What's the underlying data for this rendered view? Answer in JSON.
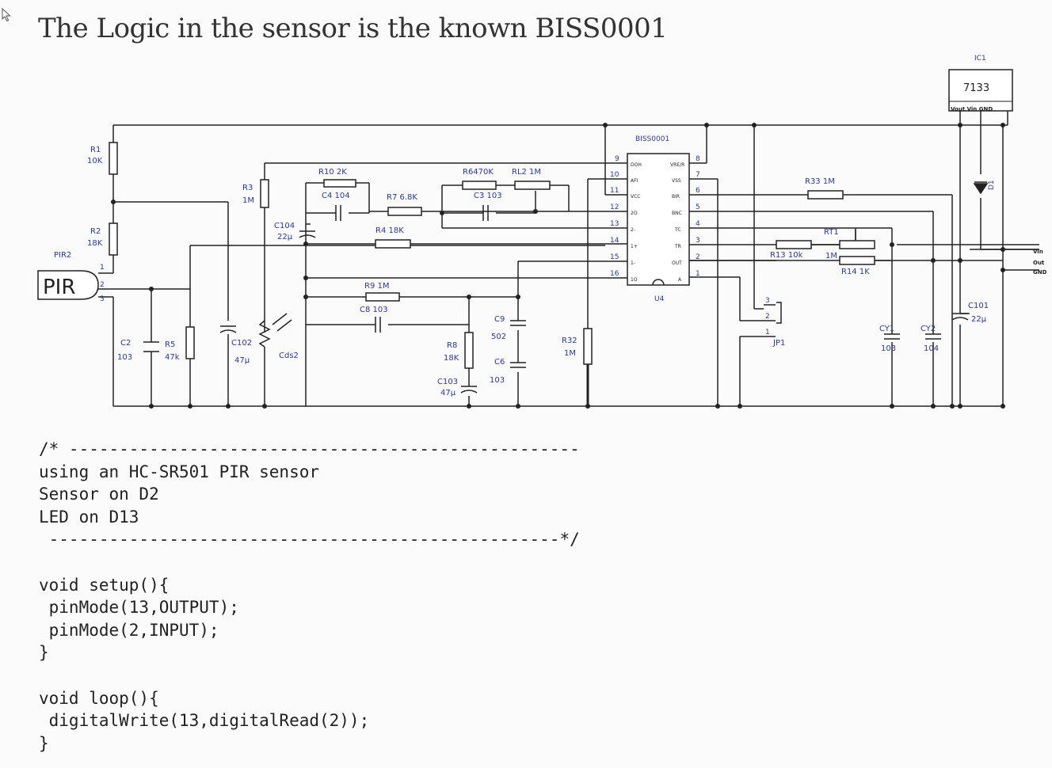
{
  "title": "The Logic in the sensor is the known BISS0001",
  "colors": {
    "text": "#333333",
    "label": "#2b3b8c",
    "wire": "#222222",
    "code": "#222222"
  },
  "schematic": {
    "ic_main": "BISS0001",
    "ic_ref": "U4",
    "ic_reg": "IC1",
    "ic_reg_value": "7133",
    "ic_reg_pins": "Vout Vin GND",
    "pir_ref": "PIR2",
    "pir_label": "PIR",
    "r1": "R1",
    "r1_val": "10K",
    "r2": "R2",
    "r2_val": "18K",
    "r3": "R3",
    "r3_val": "1M",
    "r5": "R5",
    "r5_val": "47k",
    "r10": "R10 2K",
    "c4": "C4 104",
    "r7": "R7 6.8K",
    "r6": "R6470K",
    "rl2": "RL2   1M",
    "c3": "C3 103",
    "c104": "C104",
    "c104_val": "22μ",
    "r4": "R4 18K",
    "r9": "R9  1M",
    "c8": "C8 103",
    "c9": "C9",
    "c9_val": "502",
    "r8": "R8",
    "r8_val": "18K",
    "c6": "C6",
    "c6_val": "103",
    "c103": "C103",
    "c103_val": "47μ",
    "r32": "R32",
    "r32_val": "1M",
    "c2": "C2",
    "c2_val": "103",
    "c102": "C102",
    "c102_val": "47μ",
    "cds": "Cds2",
    "r33": "R33  1M",
    "rt1": "RT1",
    "r13": "R13  10k",
    "r13_b": "1M",
    "r14": "R14 1K",
    "cy1": "CY1",
    "cy1_val": "103",
    "cy2": "CY2",
    "cy2_val": "104",
    "c101": "C101",
    "c101_val": "22μ",
    "d1": "D1",
    "jp1": "JP1",
    "out_vin": "Vin",
    "out_out": "Out",
    "out_gnd": "GND",
    "left_pins": [
      "DOH",
      "AFI",
      "VCC",
      "2O",
      "2-",
      "1+",
      "1-",
      "1O"
    ],
    "right_pins": [
      "VRE/R",
      "VSS",
      "BIR",
      "BNC",
      "TC",
      "TR",
      "OUT",
      "A"
    ],
    "left_nums": [
      "9",
      "10",
      "11",
      "12",
      "13",
      "14",
      "15",
      "16"
    ],
    "right_nums": [
      "8",
      "7",
      "6",
      "5",
      "4",
      "3",
      "2",
      "1"
    ],
    "pir_pins": [
      "1",
      "2",
      "3"
    ],
    "jp_pins": [
      "3",
      "2",
      "1"
    ]
  },
  "code": {
    "lines": [
      "/* ---------------------------------------------------",
      "using an HC-SR501 PIR sensor",
      "Sensor on D2",
      "LED on D13",
      " ---------------------------------------------------*/",
      "",
      "void setup(){",
      " pinMode(13,OUTPUT);",
      " pinMode(2,INPUT);",
      "}",
      "",
      "void loop(){",
      " digitalWrite(13,digitalRead(2));",
      "}"
    ]
  }
}
